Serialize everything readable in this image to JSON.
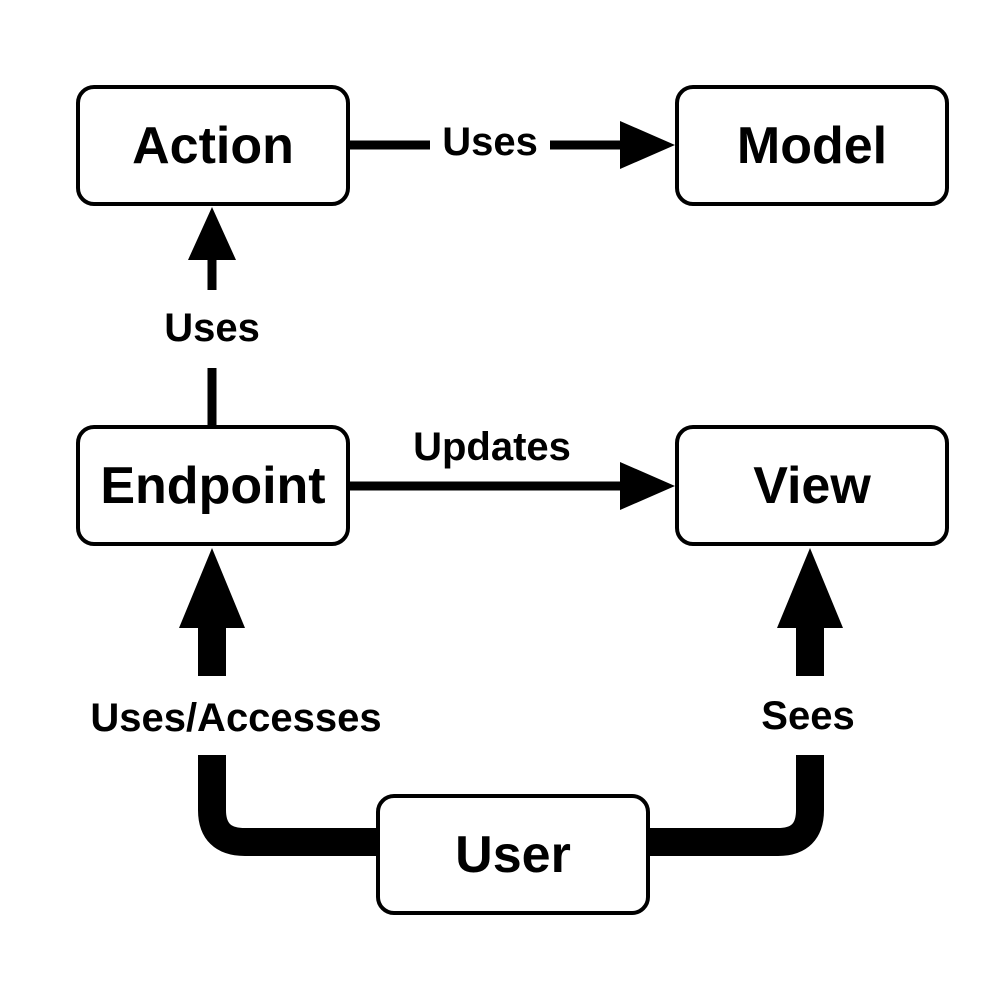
{
  "nodes": {
    "action": "Action",
    "model": "Model",
    "endpoint": "Endpoint",
    "view": "View",
    "user": "User"
  },
  "edges": {
    "action_model": "Uses",
    "endpoint_action": "Uses",
    "endpoint_view": "Updates",
    "user_endpoint": "Uses/Accesses",
    "user_view": "Sees"
  },
  "colors": {
    "stroke": "#000000",
    "fill": "#ffffff"
  }
}
